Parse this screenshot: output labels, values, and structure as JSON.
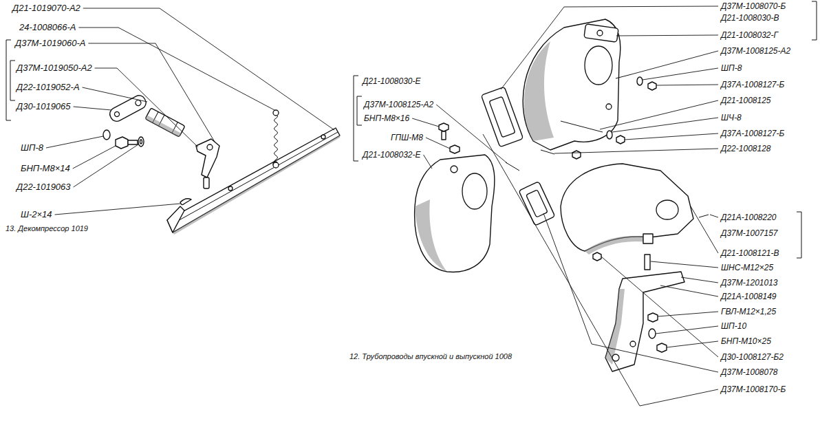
{
  "diagram": {
    "labels": [
      "Д21-1019070-А2",
      "24-1008066-А",
      "Д37М-1019060-А",
      "Д37М-1019050-А2",
      "Д22-1019052-А",
      "Д30-1019065",
      "ШП-8",
      "БНП-М8×14",
      "Д22-1019063",
      "Ш-2×14",
      "13. Декомпрессор 1019",
      "Д37М-1008070-Б",
      "Д21-1008030-В",
      "Д21-1008032-Г",
      "Д37М-1008125-А2",
      "ШП-8",
      "Д37А-1008127-Б",
      "Д21-1008125",
      "ШЧ-8",
      "Д37А-1008127-Б",
      "Д22-1008128",
      "Д21А-1008220",
      "Д37М-1007157",
      "Д21-1008121-В",
      "ШНС-М12×25",
      "Д37М-1201013",
      "Д21А-1008149",
      "ГВЛ-М12×1,25",
      "ШП-10",
      "БНП-М10×25",
      "Д30-1008127-Б2",
      "Д37М-1008078",
      "Д37М-1008170-Б",
      "Д21-1008030-Е",
      "Д37М-1008125-А2",
      "БНП-М8×16",
      "ГПШ-М8",
      "Д21-1008032-Е",
      "12. Трубопроводы впускной и выпускной 1008"
    ]
  }
}
